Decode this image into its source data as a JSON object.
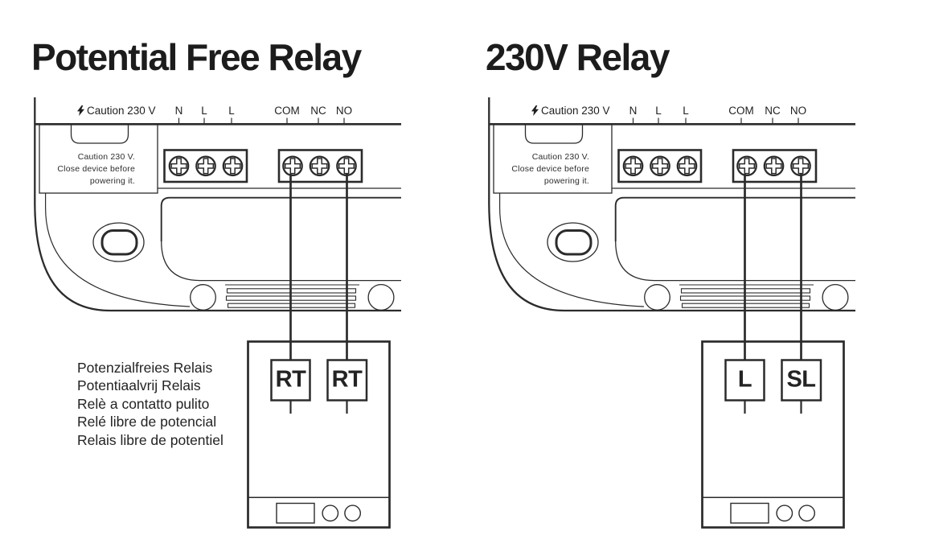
{
  "colors": {
    "line": "#2b2b2b",
    "text": "#1f1f1f"
  },
  "diagrams": [
    {
      "title": "Potential Free Relay",
      "header": {
        "caution": "Caution 230 V",
        "terminals": [
          "N",
          "L",
          "L",
          "COM",
          "NC",
          "NO"
        ]
      },
      "device_note": [
        "Caution 230 V.",
        "Close device before",
        "powering it."
      ],
      "receiver_terminals": [
        "RT",
        "RT"
      ],
      "captions": [
        "Potenzialfreies Relais",
        "Potentiaalvrij Relais",
        "Relè a contatto pulito",
        "Relé libre de potencial",
        "Relais libre de potentiel"
      ]
    },
    {
      "title": "230V Relay",
      "header": {
        "caution": "Caution 230 V",
        "terminals": [
          "N",
          "L",
          "L",
          "COM",
          "NC",
          "NO"
        ]
      },
      "device_note": [
        "Caution 230 V.",
        "Close device before",
        "powering it."
      ],
      "receiver_terminals": [
        "L",
        "SL"
      ],
      "captions": []
    }
  ]
}
